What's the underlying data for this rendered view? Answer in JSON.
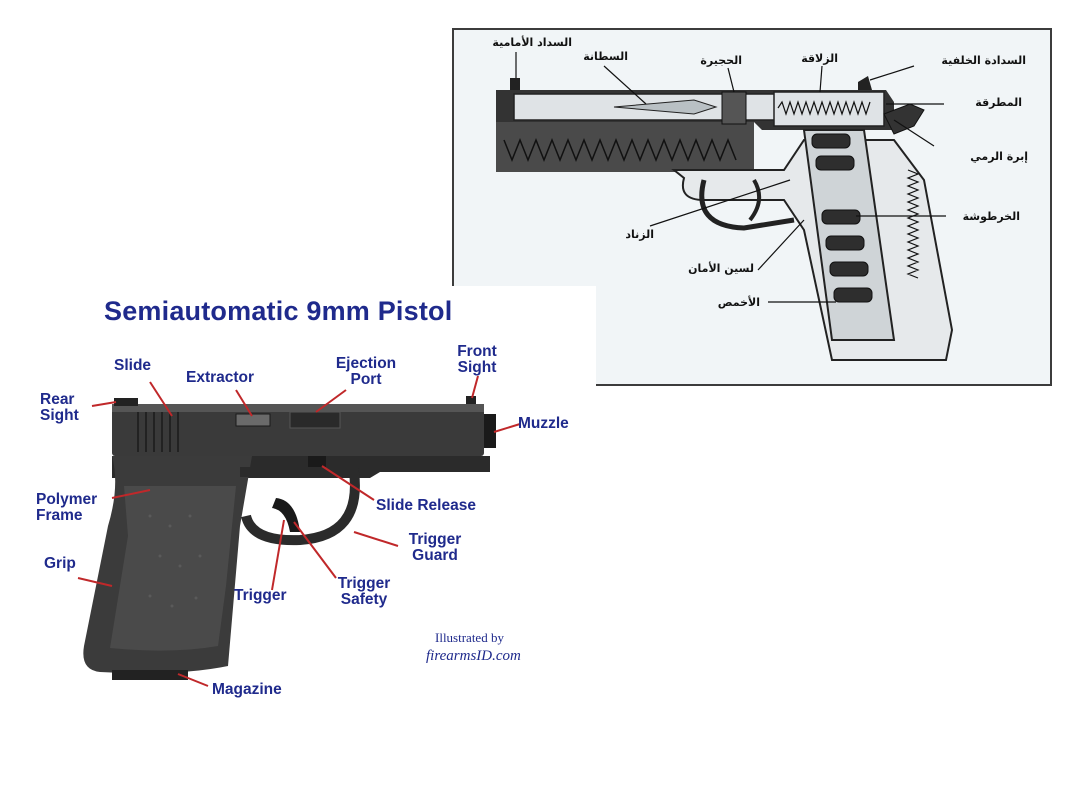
{
  "cutaway": {
    "labels": {
      "front_sight": "السداد الأمامية",
      "barrel": "السطانة",
      "chamber": "الحجيرة",
      "slide": "الزلاقة",
      "rear_sight": "السدادة الخلفية",
      "hammer": "المطرقة",
      "firing_pin": "إبرة الرمي",
      "cartridge": "الخرطوشة",
      "trigger": "الزناد",
      "safety_tongue": "لسين الأمان",
      "magazine": "الأخمص"
    }
  },
  "glock": {
    "title": "Semiautomatic 9mm Pistol",
    "labels": {
      "slide": "Slide",
      "extractor": "Extractor",
      "ejection_port_1": "Ejection",
      "ejection_port_2": "Port",
      "front_sight_1": "Front",
      "front_sight_2": "Sight",
      "rear_sight_1": "Rear",
      "rear_sight_2": "Sight",
      "muzzle": "Muzzle",
      "polymer_frame_1": "Polymer",
      "polymer_frame_2": "Frame",
      "slide_release": "Slide Release",
      "trigger_guard_1": "Trigger",
      "trigger_guard_2": "Guard",
      "grip": "Grip",
      "trigger": "Trigger",
      "trigger_safety_1": "Trigger",
      "trigger_safety_2": "Safety",
      "magazine": "Magazine"
    },
    "credit_line1": "Illustrated by",
    "credit_line2": "firearmsID.com"
  },
  "colors": {
    "label_blue": "#1f2a8c",
    "leader_red": "#c0282a",
    "gun_dark": "#2b2b2b",
    "cutaway_bg": "#f1f5f7"
  }
}
